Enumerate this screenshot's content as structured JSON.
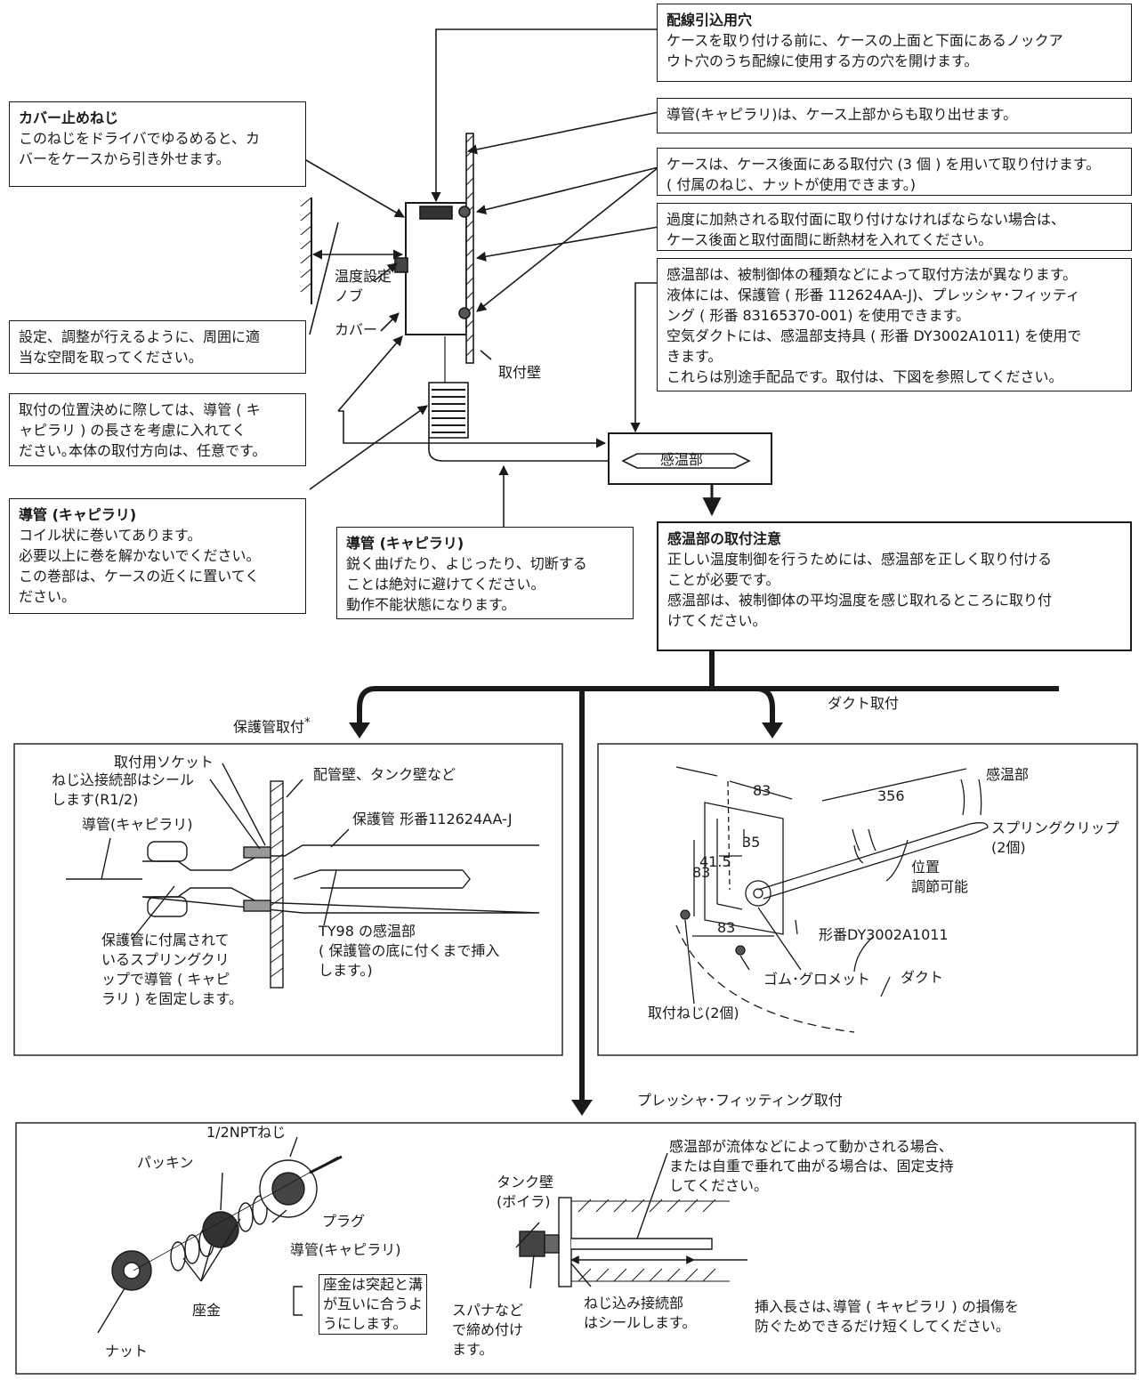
{
  "callouts": {
    "wiring_hole": {
      "title": "配線引込用穴",
      "text": "ケースを取り付ける前に、ケースの上面と下面にあるノックア\nウト穴のうち配線に使用する方の穴を開けます。"
    },
    "capillary_top": {
      "text": "導管(キャピラリ)は、ケース上部からも取り出せます。"
    },
    "mount_holes": {
      "text": "ケースは、ケース後面にある取付穴 (3 個 ) を用いて取り付けます。\n( 付属のねじ、ナットが使用できます。)"
    },
    "insulation": {
      "text": "過度に加熱される取付面に取り付けなければならない場合は、\nケース後面と取付面間に断熱材を入れてください。"
    },
    "sensor_methods": {
      "text": "感温部は、被制御体の種類などによって取付方法が異なります。\n液体には、保護管 ( 形番 112624AA-J)、プレッシャ･フィッティ\nング ( 形番 83165370-001) を使用できます。\n空気ダクトには、感温部支持具 ( 形番 DY3002A1011) を使用で\nきます。\nこれらは別途手配品です。取付は、下図を参照してください。"
    },
    "cover_screw": {
      "title": "カバー止めねじ",
      "text": "このねじをドライバでゆるめると、カ\nバーをケースから引き外せます。"
    },
    "space": {
      "text": "設定、調整が行えるように、周囲に適\n当な空間を取ってください。"
    },
    "position": {
      "text": "取付の位置決めに際しては、導管 ( キ\nャピラリ ) の長さを考慮に入れてく\nださい｡本体の取付方向は、任意です。"
    },
    "capillary_coil": {
      "title": "導管 (キャピラリ)",
      "text": "コイル状に巻いてあります。\n必要以上に巻を解かないでください。\nこの巻部は、ケースの近くに置いてく\nださい。"
    },
    "capillary_bend": {
      "title": "導管 (キャピラリ)",
      "text": "鋭く曲げたり、よじったり、切断する\nことは絶対に避けてください。\n動作不能状態になります。"
    },
    "sensor_caution": {
      "title": "感温部の取付注意",
      "text": "正しい温度制御を行うためには、感温部を正しく取り付ける\nことが必要です。\n感温部は、被制御体の平均温度を感じ取れるところに取り付\nけてください。"
    }
  },
  "device_labels": {
    "knob": "温度設定\nノブ",
    "cover": "カバー",
    "wall": "取付壁",
    "sensor": "感温部"
  },
  "sections": {
    "well": "保護管取付",
    "well_mark": "*",
    "duct": "ダクト取付",
    "pressure": "プレッシャ･フィッティング取付"
  },
  "well_panel": {
    "socket": "取付用ソケット",
    "seal": "ねじ込接続部はシール\nします(R1/2)",
    "capillary": "導管(キャピラリ)",
    "pipe_wall": "配管壁、タンク壁など",
    "well_part": "保護管 形番112624AA-J",
    "clip_note": "保護管に付属されて\nいるスプリングクリ\nップで導管 ( キャピ\nラリ ) を固定します。",
    "sensor_note": "TY98 の感温部\n( 保護管の底に付くまで挿入\nします。)"
  },
  "duct_panel": {
    "dim_83a": "83",
    "dim_356": "356",
    "dim_35": "35",
    "dim_415": "41.5",
    "dim_83b": "83",
    "dim_83c": "83",
    "sensor": "感温部",
    "clip": "スプリングクリップ\n(2個)",
    "adjust": "位置\n調節可能",
    "model": "形番DY3002A1011",
    "duct": "ダクト",
    "grommet": "ゴム･グロメット",
    "screws": "取付ねじ(2個)"
  },
  "pressure_panel": {
    "npt": "1/2NPTねじ",
    "packing": "パッキン",
    "plug": "プラグ",
    "capillary": "導管(キャピラリ)",
    "washer": "座金",
    "nut": "ナット",
    "washer_note": "座金は突起と溝\nが互いに合うよ\nうにします。",
    "wrench": "スパナなど\nで締め付け\nます。",
    "tank_wall": "タンク壁\n(ボイラ)",
    "seal": "ねじ込み接続部\nはシールします。",
    "support": "感温部が流体などによって動かされる場合、\nまたは自重で垂れて曲がる場合は、固定支持\nしてください。",
    "insert": "挿入長さは､導管 ( キャピラリ ) の損傷を\n防ぐためできるだけ短くしてください。"
  }
}
